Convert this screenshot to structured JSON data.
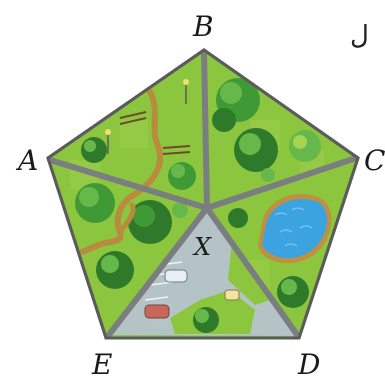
{
  "figure": {
    "vertices": {
      "A": "A",
      "B": "B",
      "C": "C",
      "D": "D",
      "E": "E"
    },
    "center": "X",
    "corner_mark": "ل"
  },
  "colors": {
    "grass": "#8cc63e",
    "grass_light": "#a3d452",
    "path_gray": "#7b7e80",
    "outline": "#5b5b5b",
    "tree_dark": "#2f7a2a",
    "tree_mid": "#3f9a35",
    "tree_light": "#67b84a",
    "dirt_path": "#b98b3e",
    "pond_water": "#3aa3e0",
    "pond_rim": "#c09040",
    "parking": "#b6c3cc",
    "bench": "#6e4a2a"
  }
}
